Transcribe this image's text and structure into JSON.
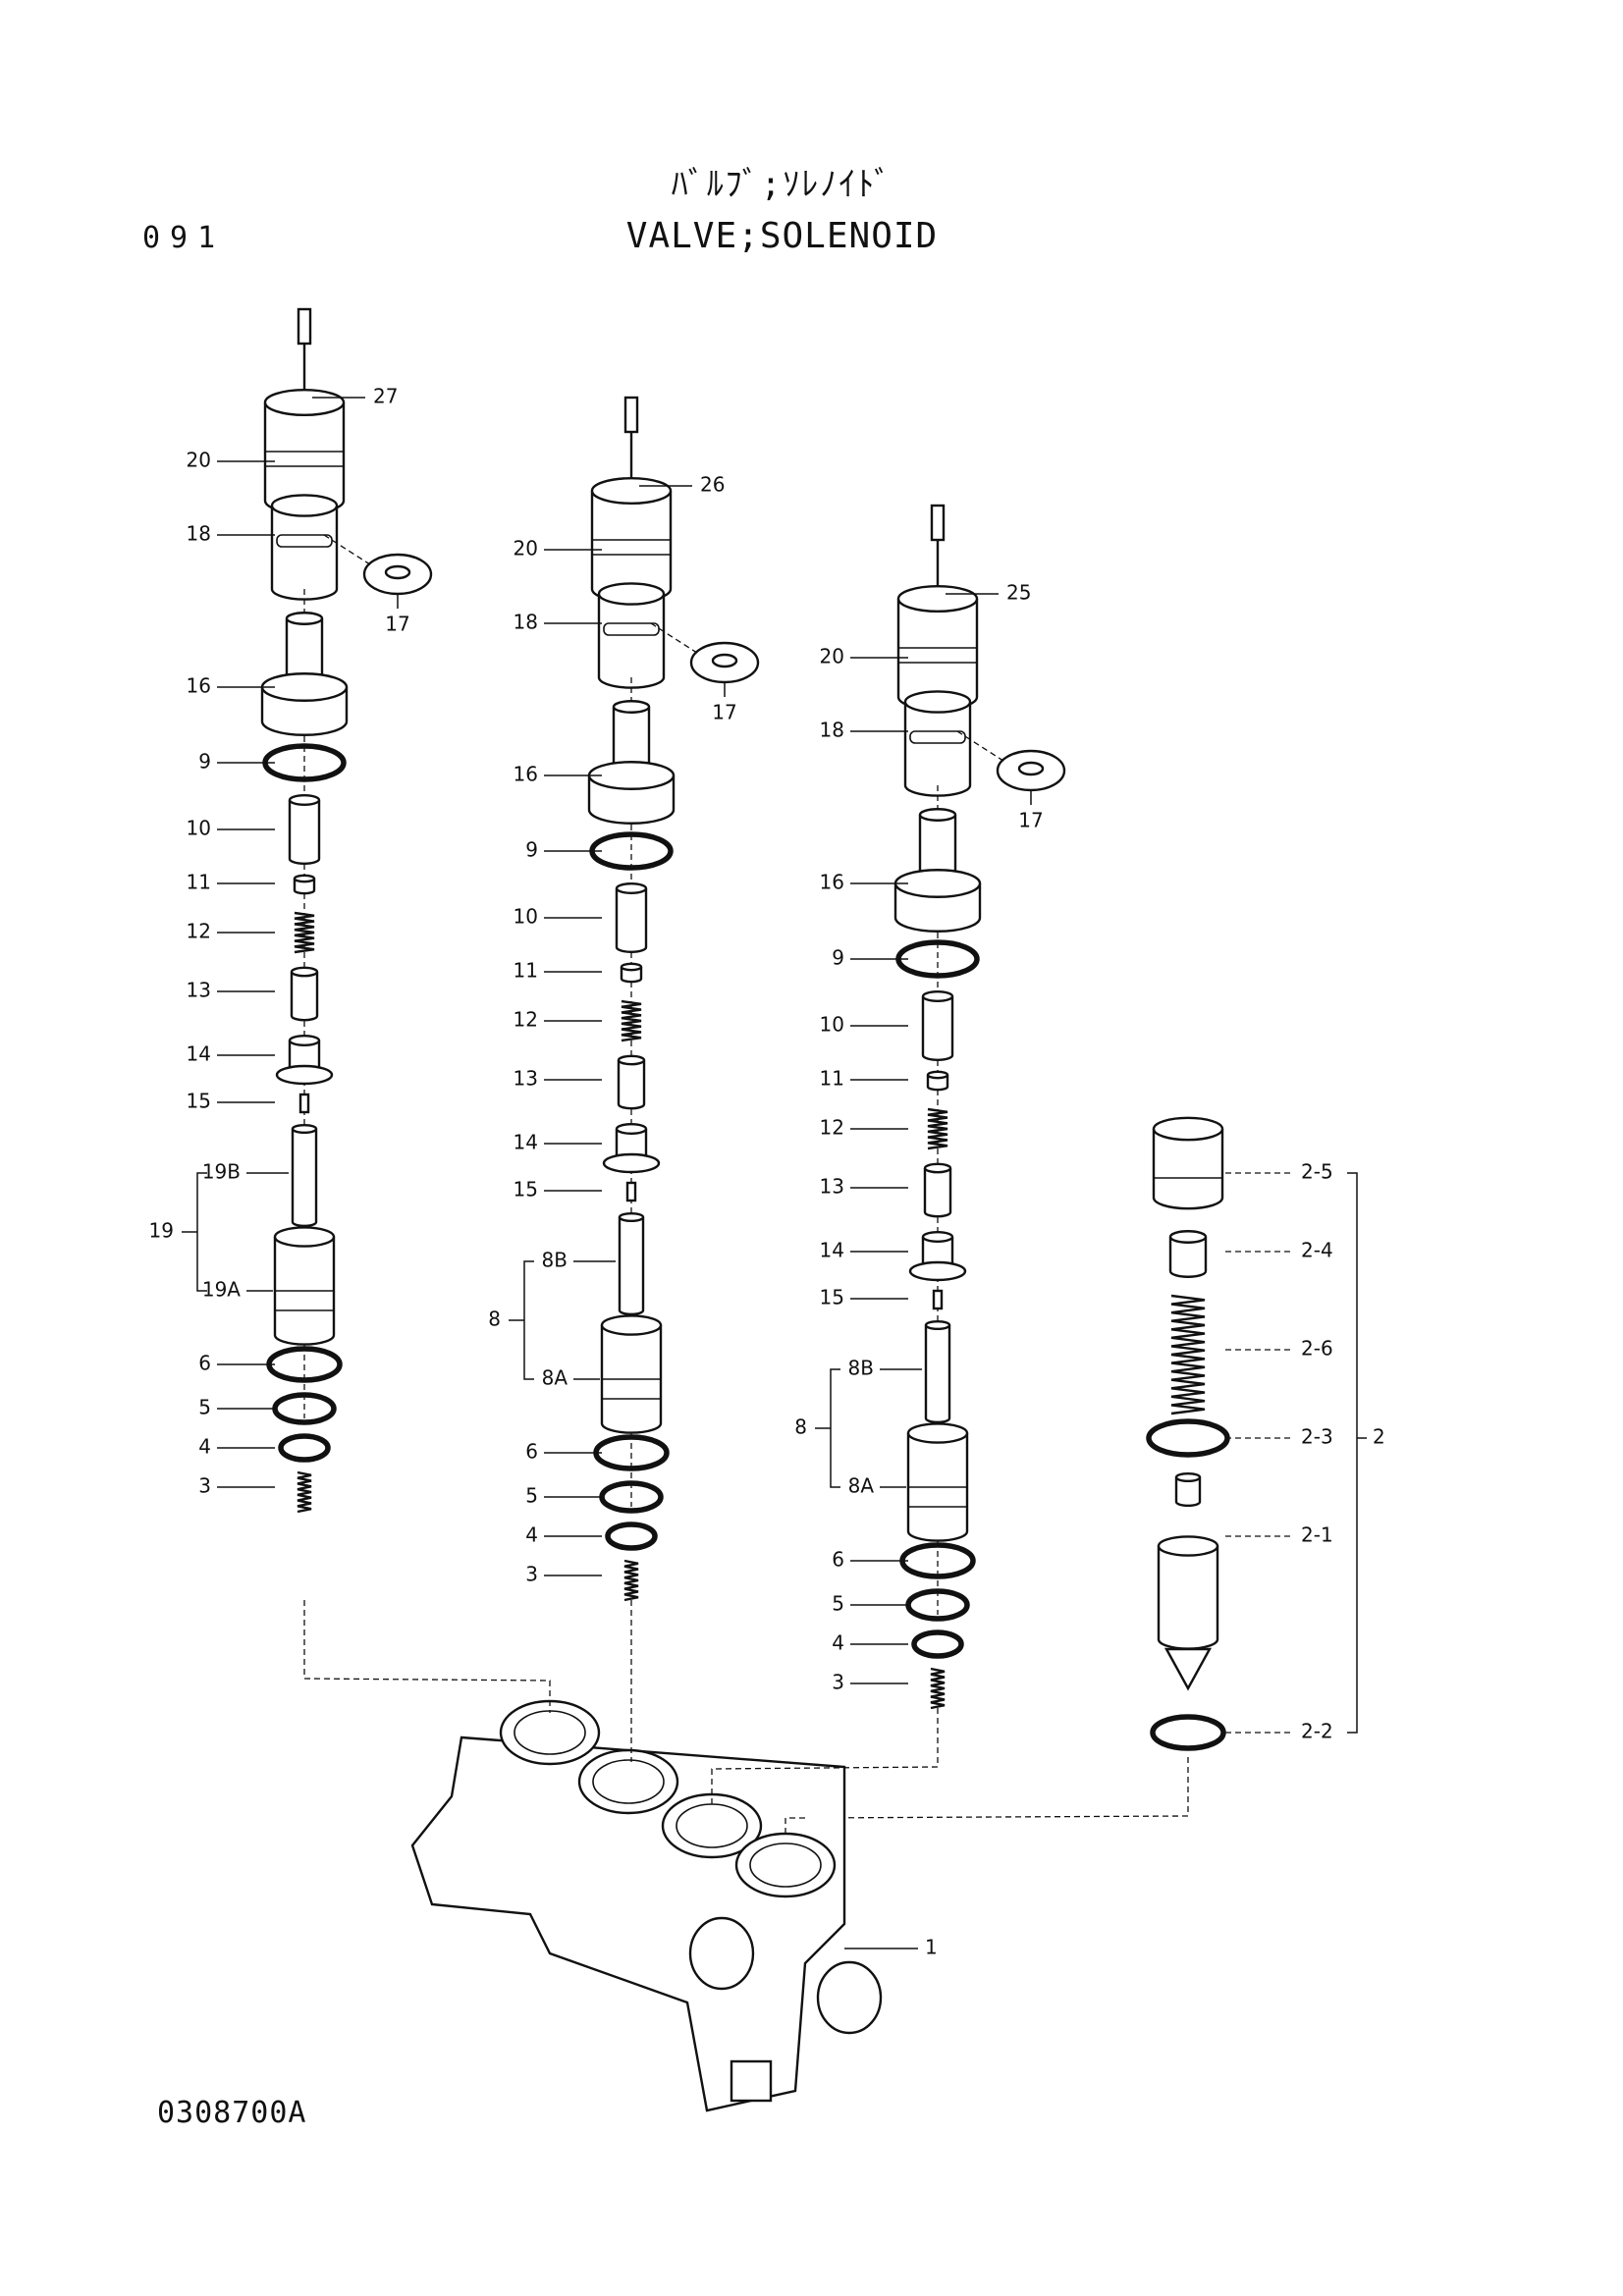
{
  "header": {
    "title_japanese": "ﾊﾞﾙﾌﾞ;ｿﾚﾉｲﾄﾞ",
    "title_english": "VALVE;SOLENOID",
    "page_number": "091"
  },
  "footer": {
    "drawing_number": "0308700A"
  },
  "assemblies": [
    {
      "name": "left-solenoid-valve",
      "callouts": [
        "27",
        "20",
        "18",
        "17",
        "16",
        "9",
        "10",
        "11",
        "12",
        "13",
        "14",
        "15",
        "19B",
        "19",
        "19A",
        "6",
        "5",
        "4",
        "3"
      ]
    },
    {
      "name": "middle-solenoid-valve",
      "callouts": [
        "26",
        "20",
        "18",
        "17",
        "16",
        "9",
        "10",
        "11",
        "12",
        "13",
        "14",
        "15",
        "8B",
        "8",
        "8A",
        "6",
        "5",
        "4",
        "3"
      ]
    },
    {
      "name": "right-solenoid-valve",
      "callouts": [
        "25",
        "20",
        "18",
        "17",
        "16",
        "9",
        "10",
        "11",
        "12",
        "13",
        "14",
        "15",
        "8B",
        "8",
        "8A",
        "6",
        "5",
        "4",
        "3"
      ]
    },
    {
      "name": "relief-valve",
      "callouts": [
        "2-5",
        "2-4",
        "2-6",
        "2-3",
        "2",
        "2-1",
        "2-2"
      ]
    },
    {
      "name": "valve-body",
      "callouts": [
        "1"
      ]
    }
  ]
}
